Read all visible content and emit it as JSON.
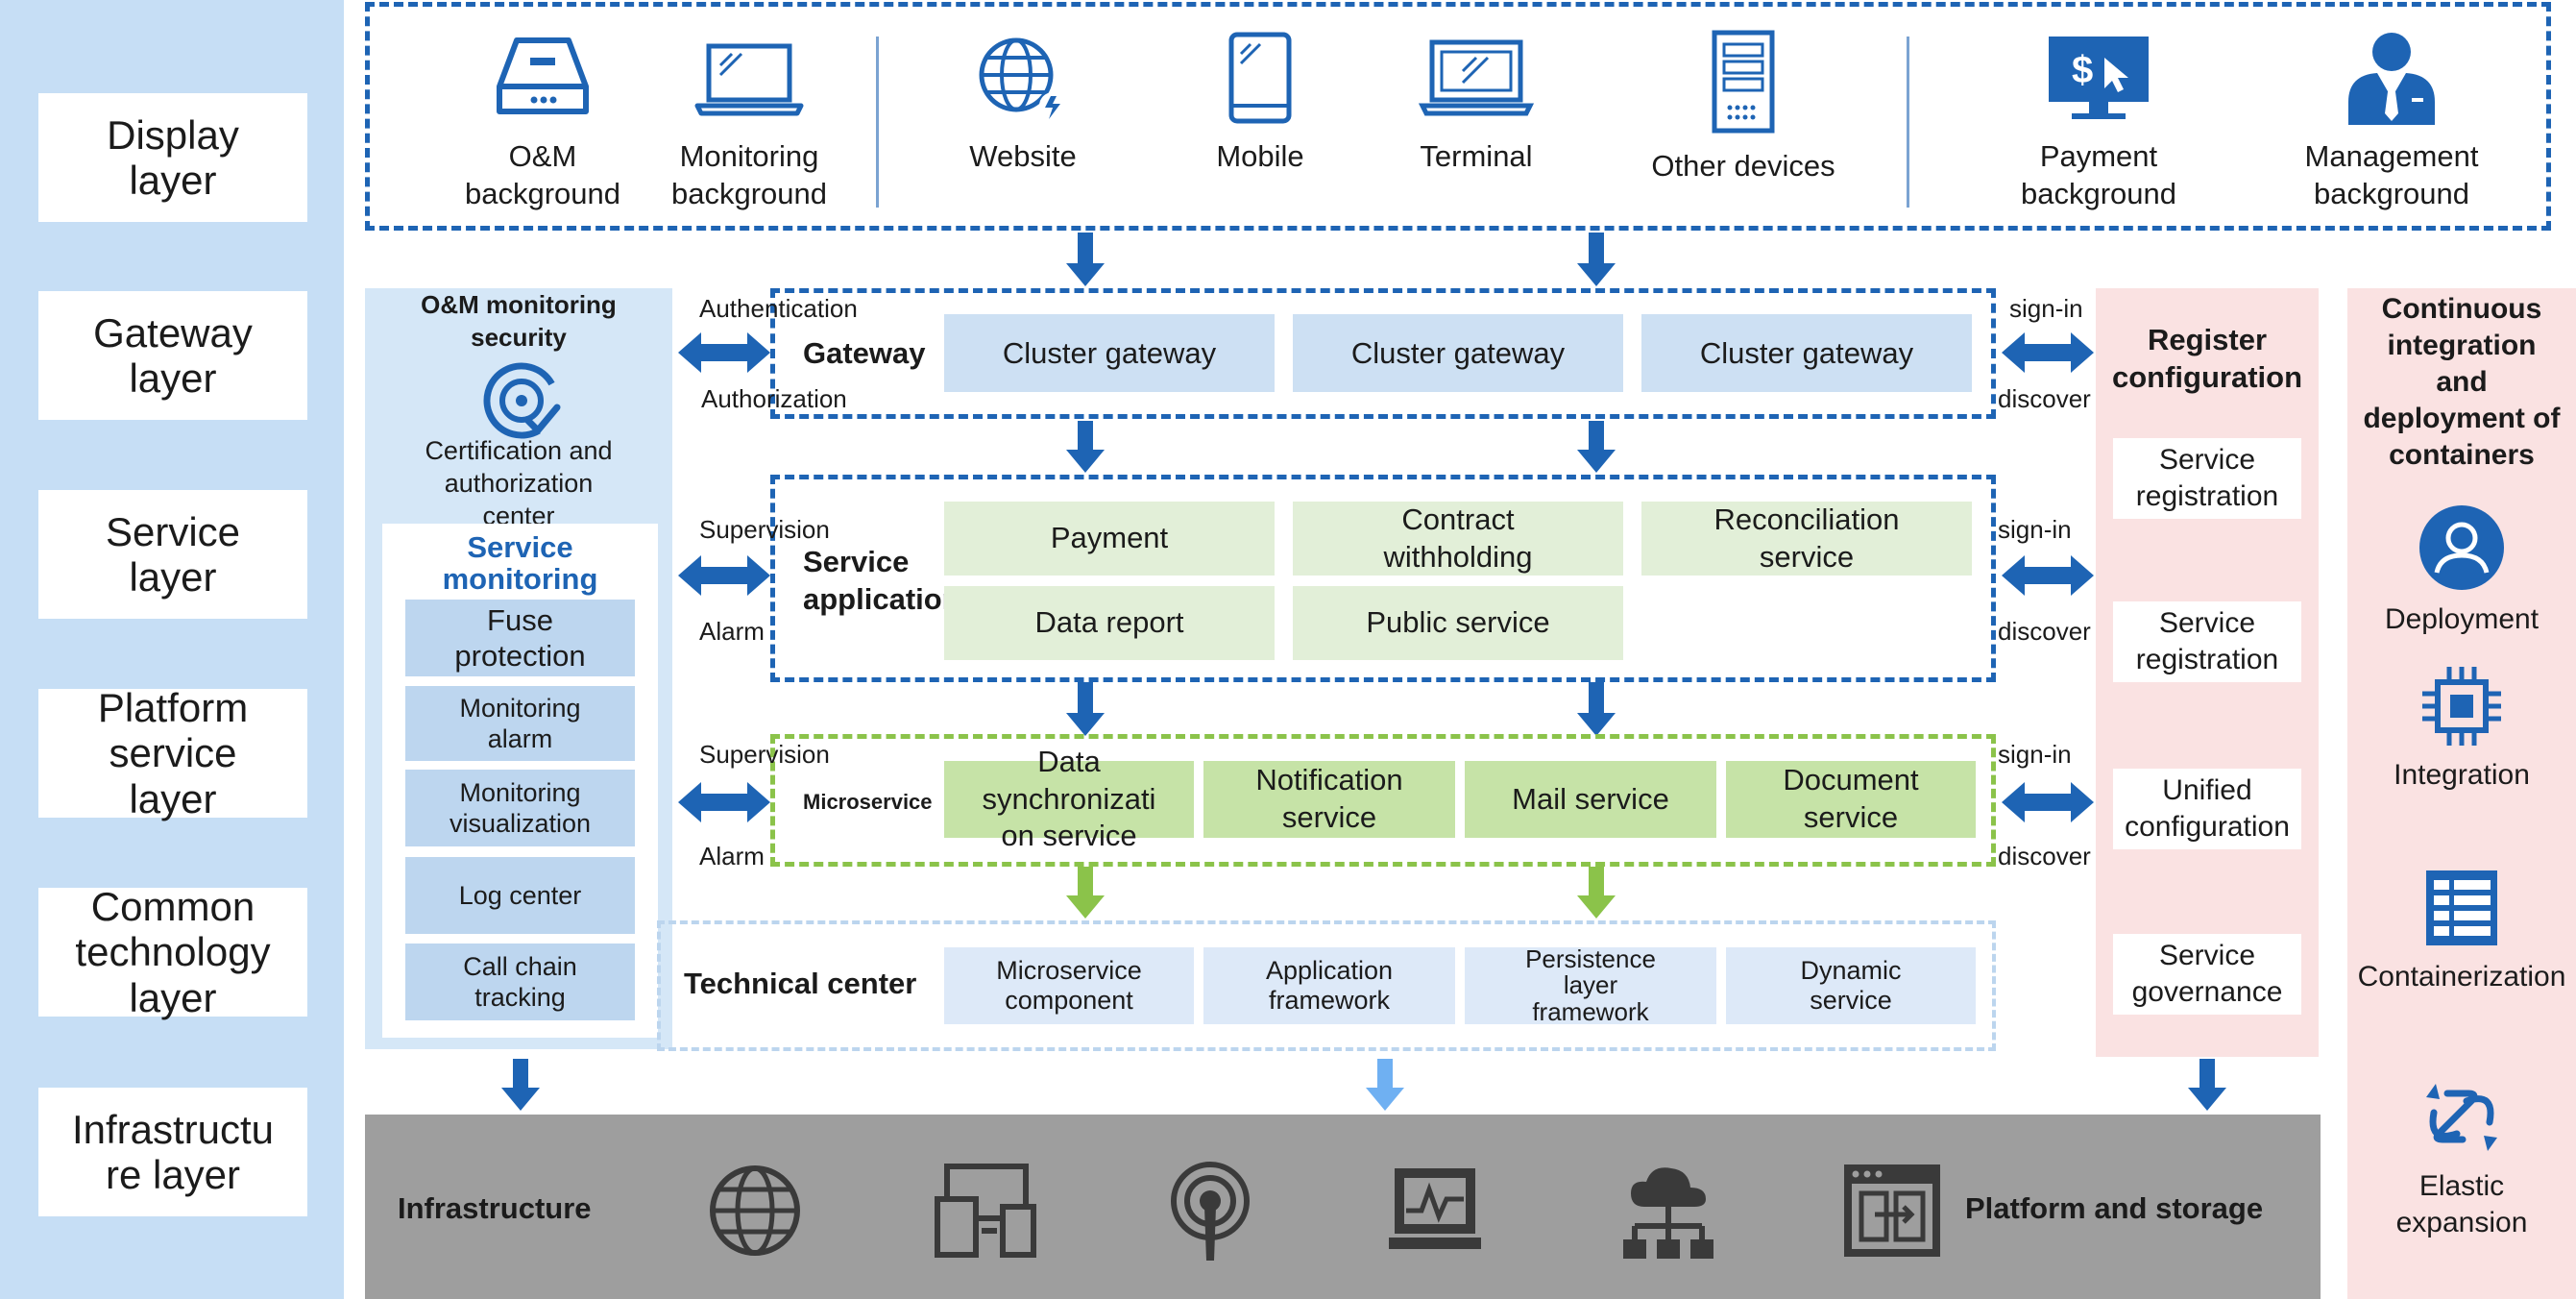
{
  "layers": [
    {
      "label": "Display\nlayer"
    },
    {
      "label": "Gateway\nlayer"
    },
    {
      "label": "Service\nlayer"
    },
    {
      "label": "Platform\nservice\nlayer"
    },
    {
      "label": "Common\ntechnology\nlayer"
    },
    {
      "label": "Infrastructu\nre layer"
    }
  ],
  "display": {
    "items": [
      {
        "label": "O&M\nbackground",
        "icon": "drive-icon"
      },
      {
        "label": "Monitoring\nbackground",
        "icon": "laptop-icon"
      },
      {
        "label": "Website",
        "icon": "globe-icon"
      },
      {
        "label": "Mobile",
        "icon": "tablet-icon"
      },
      {
        "label": "Terminal",
        "icon": "monitor-icon"
      },
      {
        "label": "Other devices",
        "icon": "server-icon"
      },
      {
        "label": "Payment\nbackground",
        "icon": "payment-icon"
      },
      {
        "label": "Management\nbackground",
        "icon": "manager-icon"
      }
    ]
  },
  "om_panel": {
    "title": "O&M monitoring\nsecurity",
    "icon": "certificate-icon",
    "cert_label": "Certification and\nauthorization\ncenter",
    "monitoring_title": "Service\nmonitoring",
    "items": [
      "Fuse\nprotection",
      "Monitoring\nalarm",
      "Monitoring\nvisualization",
      "Log center",
      "Call chain\ntracking"
    ]
  },
  "gateway": {
    "title": "Gateway",
    "boxes": [
      "Cluster gateway",
      "Cluster gateway",
      "Cluster gateway"
    ],
    "left_top": "Authentication",
    "left_bottom": "Authorization",
    "right_top": "sign-in",
    "right_bottom": "discover"
  },
  "service": {
    "title": "Service\napplication",
    "boxes": [
      "Payment",
      "Contract\nwithholding",
      "Reconciliation\nservice",
      "Data report",
      "Public service"
    ],
    "left_top": "Supervision",
    "left_bottom": "Alarm",
    "right_top": "sign-in",
    "right_bottom": "discover"
  },
  "microservice": {
    "title": "Microservice",
    "boxes": [
      "Data\nsynchronizati\non service",
      "Notification\nservice",
      "Mail service",
      "Document\nservice"
    ],
    "left_top": "Supervision",
    "left_bottom": "Alarm",
    "right_top": "sign-in",
    "right_bottom": "discover"
  },
  "technical": {
    "title": "Technical center",
    "boxes": [
      "Microservice\ncomponent",
      "Application\nframework",
      "Persistence\nlayer\nframework",
      "Dynamic\nservice"
    ]
  },
  "register": {
    "title": "Register\nconfiguration",
    "items": [
      "Service\nregistration",
      "Service\nregistration",
      "Unified\nconfiguration",
      "Service\ngovernance"
    ]
  },
  "ci": {
    "title": "Continuous\nintegration\nand\ndeployment of\ncontainers",
    "items": [
      {
        "label": "Deployment",
        "icon": "user-circle-icon"
      },
      {
        "label": "Integration",
        "icon": "chip-icon"
      },
      {
        "label": "Containerization",
        "icon": "container-icon"
      },
      {
        "label": "Elastic\nexpansion",
        "icon": "scale-icon"
      }
    ]
  },
  "infrastructure": {
    "title": "Infrastructure",
    "storage_title": "Platform and storage",
    "icons": [
      "globe-icon",
      "devices-icon",
      "broadcast-icon",
      "monitor-chart-icon",
      "cloud-network-icon",
      "storage-window-icon"
    ]
  },
  "colors": {
    "primary_blue": "#1e64b4",
    "green": "#8bc34a",
    "layer_strip": "#c6def5",
    "pink_panel": "#fae2e2",
    "infra_gray": "#9e9e9e"
  }
}
